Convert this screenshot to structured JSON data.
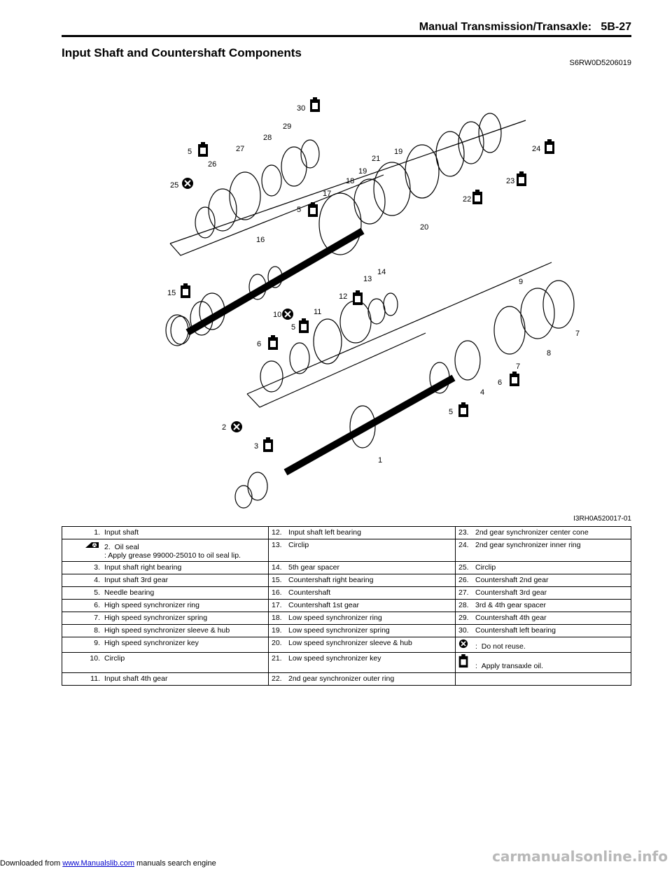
{
  "header": {
    "title": "Manual Transmission/Transaxle:",
    "page": "5B-27"
  },
  "section": {
    "title": "Input Shaft and Countershaft Components",
    "code": "S6RW0D5206019"
  },
  "figure": {
    "code": "I3RH0A520017-01",
    "callouts": [
      "1",
      "2",
      "3",
      "4",
      "5",
      "6",
      "7",
      "8",
      "9",
      "10",
      "11",
      "12",
      "13",
      "14",
      "15",
      "16",
      "17",
      "18",
      "19",
      "20",
      "21",
      "22",
      "23",
      "24",
      "25",
      "26",
      "27",
      "28",
      "29",
      "30"
    ]
  },
  "legend": {
    "col1": [
      {
        "num": "1.",
        "text": "Input shaft"
      },
      {
        "num": "2.",
        "text": "Oil seal",
        "sub": ": Apply grease 99000-25010 to oil seal lip."
      },
      {
        "num": "3.",
        "text": "Input shaft right bearing"
      },
      {
        "num": "4.",
        "text": "Input shaft 3rd gear"
      },
      {
        "num": "5.",
        "text": "Needle bearing"
      },
      {
        "num": "6.",
        "text": "High speed synchronizer ring"
      },
      {
        "num": "7.",
        "text": "High speed synchronizer spring"
      },
      {
        "num": "8.",
        "text": "High speed synchronizer sleeve & hub"
      },
      {
        "num": "9.",
        "text": "High speed synchronizer key"
      },
      {
        "num": "10.",
        "text": "Circlip"
      },
      {
        "num": "11.",
        "text": "Input shaft 4th gear"
      }
    ],
    "col2": [
      {
        "num": "12.",
        "text": "Input shaft left bearing"
      },
      {
        "num": "13.",
        "text": "Circlip"
      },
      {
        "num": "14.",
        "text": "5th gear spacer"
      },
      {
        "num": "15.",
        "text": "Countershaft right bearing"
      },
      {
        "num": "16.",
        "text": "Countershaft"
      },
      {
        "num": "17.",
        "text": "Countershaft 1st gear"
      },
      {
        "num": "18.",
        "text": "Low speed synchronizer ring"
      },
      {
        "num": "19.",
        "text": "Low speed synchronizer spring"
      },
      {
        "num": "20.",
        "text": "Low speed synchronizer sleeve & hub"
      },
      {
        "num": "21.",
        "text": "Low speed synchronizer key"
      },
      {
        "num": "22.",
        "text": "2nd gear synchronizer outer ring"
      }
    ],
    "col3": [
      {
        "num": "23.",
        "text": "2nd gear synchronizer center cone"
      },
      {
        "num": "24.",
        "text": "2nd gear synchronizer inner ring"
      },
      {
        "num": "25.",
        "text": "Circlip"
      },
      {
        "num": "26.",
        "text": "Countershaft 2nd gear"
      },
      {
        "num": "27.",
        "text": "Countershaft 3rd gear"
      },
      {
        "num": "28.",
        "text": "3rd & 4th gear spacer"
      },
      {
        "num": "29.",
        "text": "Countershaft 4th gear"
      },
      {
        "num": "30.",
        "text": "Countershaft left bearing"
      },
      {
        "num": ":",
        "text": "Do not reuse.",
        "icon": "do-not-reuse-icon"
      },
      {
        "num": ":",
        "text": "Apply transaxle oil.",
        "icon": "transaxle-oil-icon"
      }
    ]
  },
  "footer": {
    "prefix": "Downloaded from ",
    "link": "www.Manualslib.com",
    "suffix": " manuals search engine",
    "watermark": "carmanualsonline.info"
  }
}
